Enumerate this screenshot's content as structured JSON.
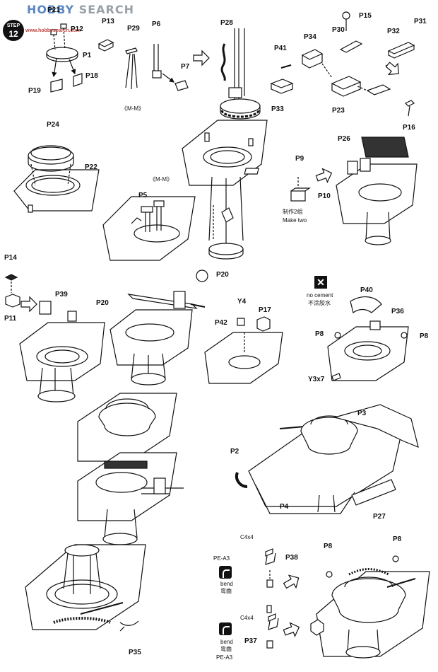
{
  "watermark": {
    "hub": "HOBBY",
    "rest": " SEARCH",
    "url": "www.hobbysearch.com"
  },
  "step": {
    "title": "STEP",
    "number": "12"
  },
  "labels": {
    "p21": "P21",
    "p12": "P12",
    "p1": "P1",
    "p18": "P18",
    "p19": "P19",
    "p13": "P13",
    "p29": "P29",
    "p6": "P6",
    "p7": "P7",
    "mm1": "《M-M》",
    "p28": "P28",
    "p15": "P15",
    "p30": "P30",
    "p31": "P31",
    "p32": "P32",
    "p34": "P34",
    "p41": "P41",
    "p33": "P33",
    "p23": "P23",
    "p16": "P16",
    "p24": "P24",
    "p22": "P22",
    "mm2": "《M-M》",
    "p5": "P5",
    "p9": "P9",
    "p10": "P10",
    "make_two_cn": "制作2组",
    "make_two_en": "Make two",
    "p26": "P26",
    "p14": "P14",
    "p11": "P11",
    "p39": "P39",
    "p20a": "P20",
    "p20b": "P20",
    "y4": "Y4",
    "p17": "P17",
    "p42": "P42",
    "no_cement_en": "no cement",
    "no_cement_cn": "不涂胶水",
    "p40": "P40",
    "p36": "P36",
    "p8a": "P8",
    "p8b": "P8",
    "y3x7": "Y3x7",
    "p3": "P3",
    "p2": "P2",
    "p4": "P4",
    "p27": "P27",
    "c4x4a": "C4x4",
    "pea3a": "PE-A3",
    "p38": "P38",
    "bend_en_a": "bend",
    "bend_cn_a": "弯曲",
    "p8c": "P8",
    "p8d": "P8",
    "c4x4b": "C4x4",
    "p37": "P37",
    "bend_en_b": "bend",
    "bend_cn_b": "弯曲",
    "pea3b": "PE-A3",
    "p35": "P35"
  }
}
